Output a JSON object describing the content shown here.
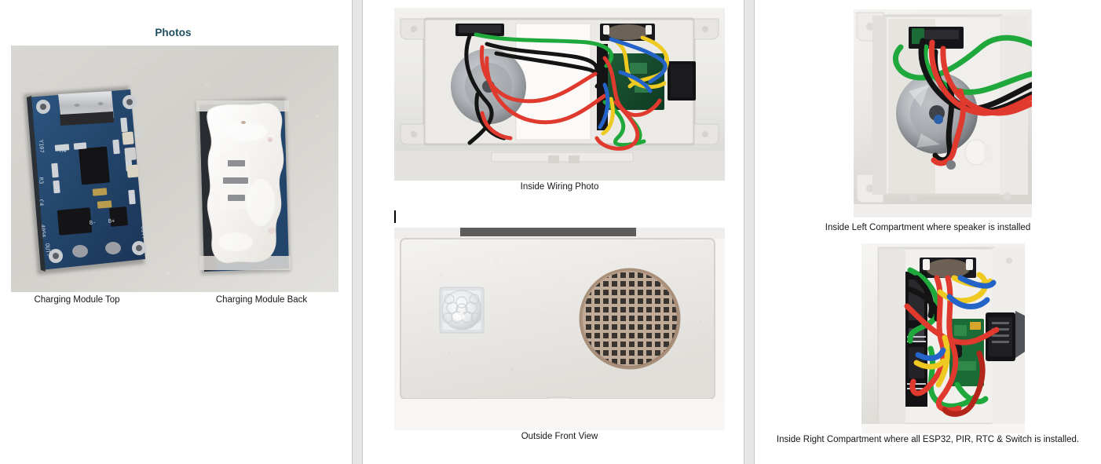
{
  "document": {
    "view": "multi-page-side-by-side",
    "page_gap_color": "#e6e6e6",
    "page_background": "#ffffff"
  },
  "accent_color": "#1f4e5f",
  "caption_color": "#161616",
  "pages": [
    {
      "id": "page-left",
      "heading": "Photos",
      "figures": [
        {
          "name": "charging-module-top",
          "caption": "Charging Module Top",
          "alt": "Blue TP4056 lithium charging module photographed from the component side showing USB-C connector, 4056 marking, OUT+, OUT-, B+, B- pads"
        },
        {
          "name": "charging-module-back",
          "caption": "Charging Module Back",
          "alt": "Back of the charging module coated in white hot glue over a JST connector"
        }
      ]
    },
    {
      "id": "page-mid",
      "figures": [
        {
          "name": "inside-wiring-photo",
          "caption": "Inside Wiring Photo",
          "alt": "Top-down view of an opened white enclosure with speaker on the left, ESP32 board and modules on the right, and red, black, green, yellow and blue wires running between them"
        },
        {
          "name": "outside-front-view",
          "caption": "Outside Front View",
          "alt": "Closed white enclosure front face with a square PIR sensor dome on the left and a round bronze speaker grille on the right"
        }
      ],
      "caret_visible": true
    },
    {
      "id": "page-right",
      "figures": [
        {
          "name": "inside-left-compartment",
          "caption": "Inside Left Compartment where speaker is installed",
          "alt": "Close-up of the left compartment of the enclosure showing the round speaker with black, red and green wires"
        },
        {
          "name": "inside-right-compartment",
          "caption": "Inside Right Compartment where all ESP32, PIR, RTC & Switch is installed.",
          "alt": "Close-up of the right compartment showing the ESP32 board, RTC module, rocker switch and a bundle of coloured wires"
        }
      ]
    }
  ]
}
